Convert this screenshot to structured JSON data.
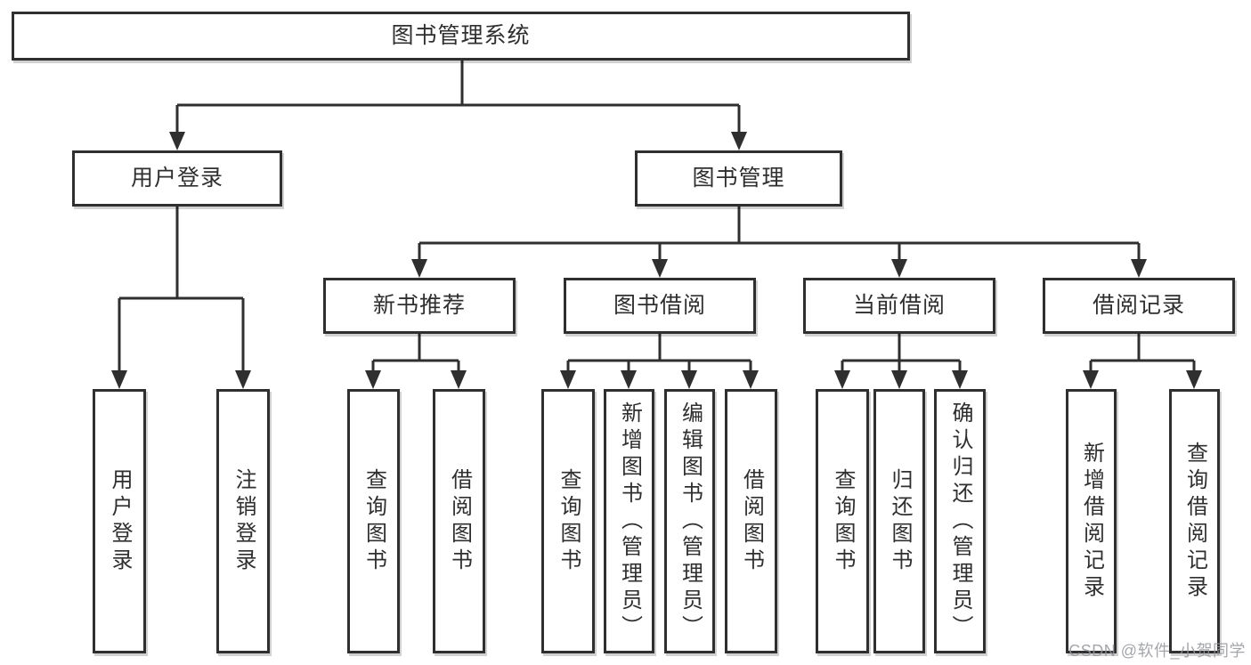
{
  "diagram": {
    "root": {
      "label": "图书管理系统"
    },
    "branches": [
      {
        "id": "user-login",
        "label": "用户登录",
        "children": [
          "用户登录",
          "注销登录"
        ]
      },
      {
        "id": "book-management",
        "label": "图书管理"
      }
    ],
    "modules": [
      {
        "id": "new-book-recommend",
        "label": "新书推荐",
        "children": [
          "查询图书",
          "借阅图书"
        ]
      },
      {
        "id": "book-borrow",
        "label": "图书借阅",
        "children": [
          "查询图书",
          "新增图书（管理员）",
          "编辑图书（管理员）",
          "借阅图书"
        ]
      },
      {
        "id": "current-borrow",
        "label": "当前借阅",
        "children": [
          "查询图书",
          "归还图书",
          "确认归还（管理员）"
        ]
      },
      {
        "id": "borrow-records",
        "label": "借阅记录",
        "children": [
          "新增借阅记录",
          "查询借阅记录"
        ]
      }
    ]
  },
  "watermark": {
    "text": "CSDN @软件_小贺同学"
  },
  "colors": {
    "line": "#2f2f2f",
    "text": "#2f2f2f",
    "box_background": "#ffffff",
    "page_background": "#ffffff",
    "watermark": "#94979c"
  }
}
